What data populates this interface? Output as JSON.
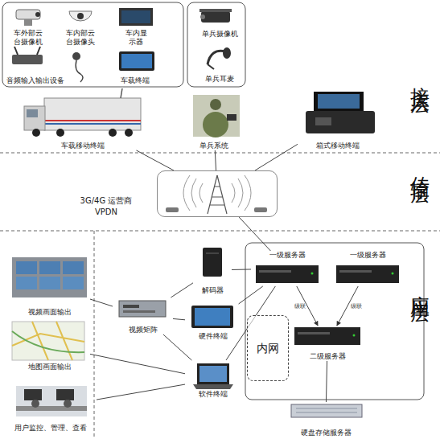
{
  "diagram": {
    "nodes": [
      {
        "text": [
          "车外部云台摄像机"
        ]
      },
      {
        "text": [
          "车内部云台摄像头"
        ]
      },
      {
        "text": [
          "车内显示器"
        ]
      },
      {
        "text": [
          "音频输入输出设备"
        ]
      },
      {
        "text": [
          "车载终端"
        ]
      },
      {
        "text": [
          "单兵摄像机"
        ]
      },
      {
        "text": [
          "单兵耳麦"
        ]
      },
      {
        "text": [
          "车载移动终端"
        ]
      },
      {
        "text": [
          "单兵系统"
        ]
      },
      {
        "text": [
          "箱式移动终端"
        ]
      },
      {
        "text": [
          "3G/4G 运营商 VPDN"
        ]
      },
      {
        "text": [
          "视频画面输出"
        ]
      },
      {
        "text": [
          "地图画面输出"
        ]
      },
      {
        "text": [
          "用户监控、管理、查看"
        ]
      },
      {
        "text": [
          "视频矩阵"
        ]
      },
      {
        "text": [
          "解码器"
        ]
      },
      {
        "text": [
          "硬件终端"
        ]
      },
      {
        "text": [
          "软件终端"
        ]
      },
      {
        "text": [
          "一级服务器"
        ]
      },
      {
        "text": [
          "一级服务器"
        ]
      },
      {
        "text": [
          "内网"
        ]
      },
      {
        "text": [
          "二级服务器"
        ]
      },
      {
        "text": [
          "硬盘存储服务器"
        ]
      }
    ],
    "edges": [
      {
        "from": 7,
        "to": 10,
        "arrow": "none"
      },
      {
        "from": 8,
        "to": 10,
        "arrow": "none"
      },
      {
        "from": 9,
        "to": 10,
        "arrow": "none"
      },
      {
        "from": 10,
        "to": 18,
        "arrow": "none"
      },
      {
        "from": 14,
        "to": 11,
        "arrow": "none"
      },
      {
        "from": 14,
        "to": 15,
        "arrow": "none"
      },
      {
        "from": 14,
        "to": 16,
        "arrow": "none"
      },
      {
        "from": 14,
        "to": 17,
        "arrow": "none"
      },
      {
        "from": 17,
        "to": 12,
        "arrow": "none"
      },
      {
        "from": 17,
        "to": 13,
        "arrow": "none"
      },
      {
        "from": 15,
        "to": 18,
        "arrow": "none"
      },
      {
        "from": 16,
        "to": 18,
        "arrow": "none"
      },
      {
        "from": 17,
        "to": 18,
        "arrow": "none"
      },
      {
        "from": 18,
        "to": 21,
        "label": "级联",
        "arrow": "to"
      },
      {
        "from": 19,
        "to": 21,
        "label": "级联",
        "arrow": "to"
      },
      {
        "from": 21,
        "to": 22,
        "arrow": "none"
      }
    ],
    "labels": [
      "接入层",
      "传输层",
      "应用层"
    ]
  }
}
